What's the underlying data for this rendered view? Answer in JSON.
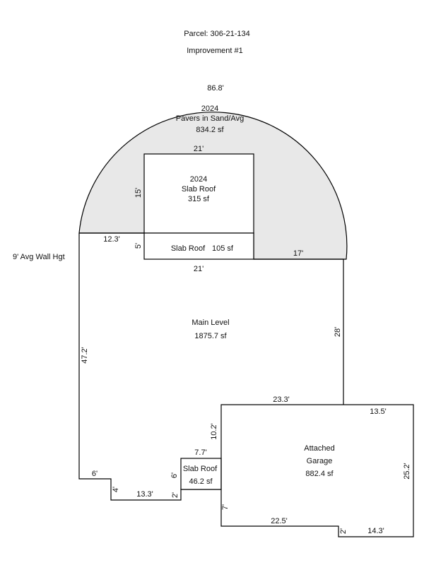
{
  "header": {
    "parcel": "Parcel: 306-21-134",
    "improvement": "Improvement #1"
  },
  "wall_height": "9' Avg Wall Hgt",
  "colors": {
    "paver_fill": "#e8e8e8",
    "line": "#000000",
    "text": "#111111"
  },
  "areas": {
    "pavers": {
      "year": "2024",
      "name": "Pavers in Sand/Avg",
      "size": "834.2 sf"
    },
    "upper_slab": {
      "year": "2024",
      "name": "Slab Roof",
      "size": "315 sf"
    },
    "lower_slab": {
      "name": "Slab Roof",
      "size": "105 sf"
    },
    "main": {
      "name": "Main Level",
      "size": "1875.7 sf"
    },
    "garage": {
      "name": "Attached",
      "name2": "Garage",
      "size": "882.4 sf"
    },
    "small_slab": {
      "name": "Slab Roof",
      "size": "46.2 sf"
    }
  },
  "dimensions": {
    "arc": "86.8'",
    "upper_slab_top": "21'",
    "upper_slab_side": "15'",
    "lower_slab_side": "5'",
    "left_ledge": "12.3'",
    "right_ledge": "17'",
    "main_top": "21'",
    "main_right": "28'",
    "main_left": "47.2'",
    "garage_top": "23.3'",
    "garage_top_right": "13.5'",
    "garage_left_upper": "10.2'",
    "small_slab_top": "7.7'",
    "small_slab_left": "6'",
    "small_slab_bottom": "2'",
    "garage_right": "25.2'",
    "garage_left_lower": "7'",
    "garage_bottom": "22.5'",
    "garage_notch": "2'",
    "garage_bottom_right": "14.3'",
    "bottom_left": "6'",
    "bottom_step": "4'",
    "bottom_mid": "13.3'"
  }
}
